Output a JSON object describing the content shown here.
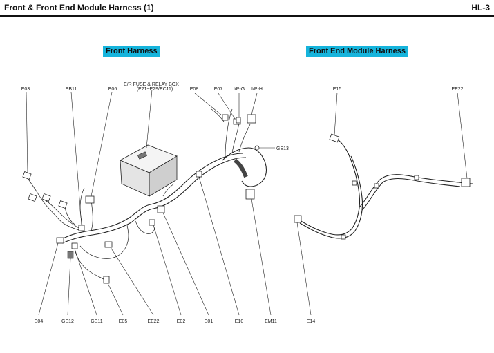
{
  "header": {
    "title": "Front & Front End Module Harness (1)",
    "code": "HL-3"
  },
  "sections": {
    "front": "Front Harness",
    "front_end_module": "Front End Module Harness"
  },
  "relay_box": {
    "title": "E/R FUSE & RELAY BOX",
    "range": "(E21~E29/EC11)"
  },
  "top_labels": [
    "E03",
    "EB11",
    "E06",
    "E08",
    "E07",
    "I/P-G",
    "I/P-H",
    "E15",
    "EE22"
  ],
  "side_labels": [
    "GE13"
  ],
  "bottom_labels": [
    "E04",
    "GE12",
    "GE11",
    "E05",
    "EE22",
    "E02",
    "E01",
    "E10",
    "EM11",
    "E14"
  ]
}
